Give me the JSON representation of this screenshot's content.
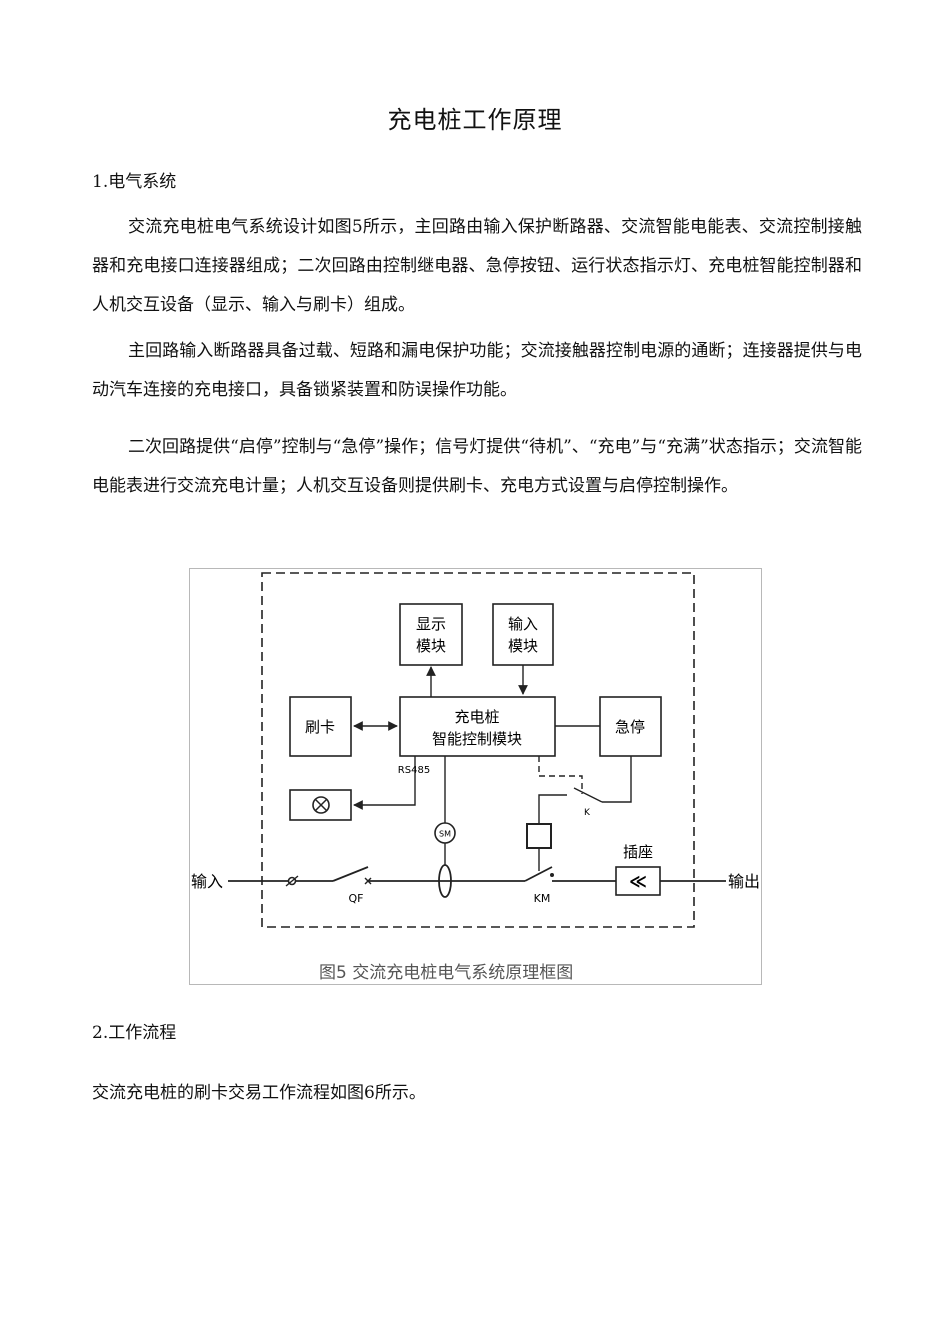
{
  "document": {
    "title": "充电桩工作原理",
    "sections": [
      {
        "heading": "1.电气系统",
        "paragraphs": [
          "交流充电桩电气系统设计如图5所示，主回路由输入保护断路器、交流智能电能表、交流控制接触器和充电接口连接器组成；二次回路由控制继电器、急停按钮、运行状态指示灯、充电桩智能控制器和人机交互设备（显示、输入与刷卡）组成。",
          "主回路输入断路器具备过载、短路和漏电保护功能；交流接触器控制电源的通断；连接器提供与电动汽车连接的充电接口，具备锁紧装置和防误操作功能。",
          "二次回路提供“启停”控制与“急停”操作；信号灯提供“待机”、“充电”与“充满”状态指示；交流智能电能表进行交流充电计量；人机交互设备则提供刷卡、充电方式设置与启停控制操作。"
        ]
      },
      {
        "heading": "2.工作流程",
        "paragraphs": [
          "交流充电桩的刷卡交易工作流程如图6所示。"
        ]
      }
    ]
  },
  "figure": {
    "caption": "图5 交流充电桩电气系统原理框图",
    "blocks": {
      "display": [
        "显示",
        "模块"
      ],
      "input": [
        "输入",
        "模块"
      ],
      "controller": [
        "充电桩",
        "智能控制模块"
      ],
      "card": "刷卡",
      "estop": "急停",
      "socket": "插座"
    },
    "labels": {
      "rs485": "RS485",
      "meter": "SM",
      "relay": "K",
      "breaker": "QF",
      "contactor": "KM",
      "in": "输入",
      "out": "输出",
      "socket_symbol": "≪"
    }
  }
}
